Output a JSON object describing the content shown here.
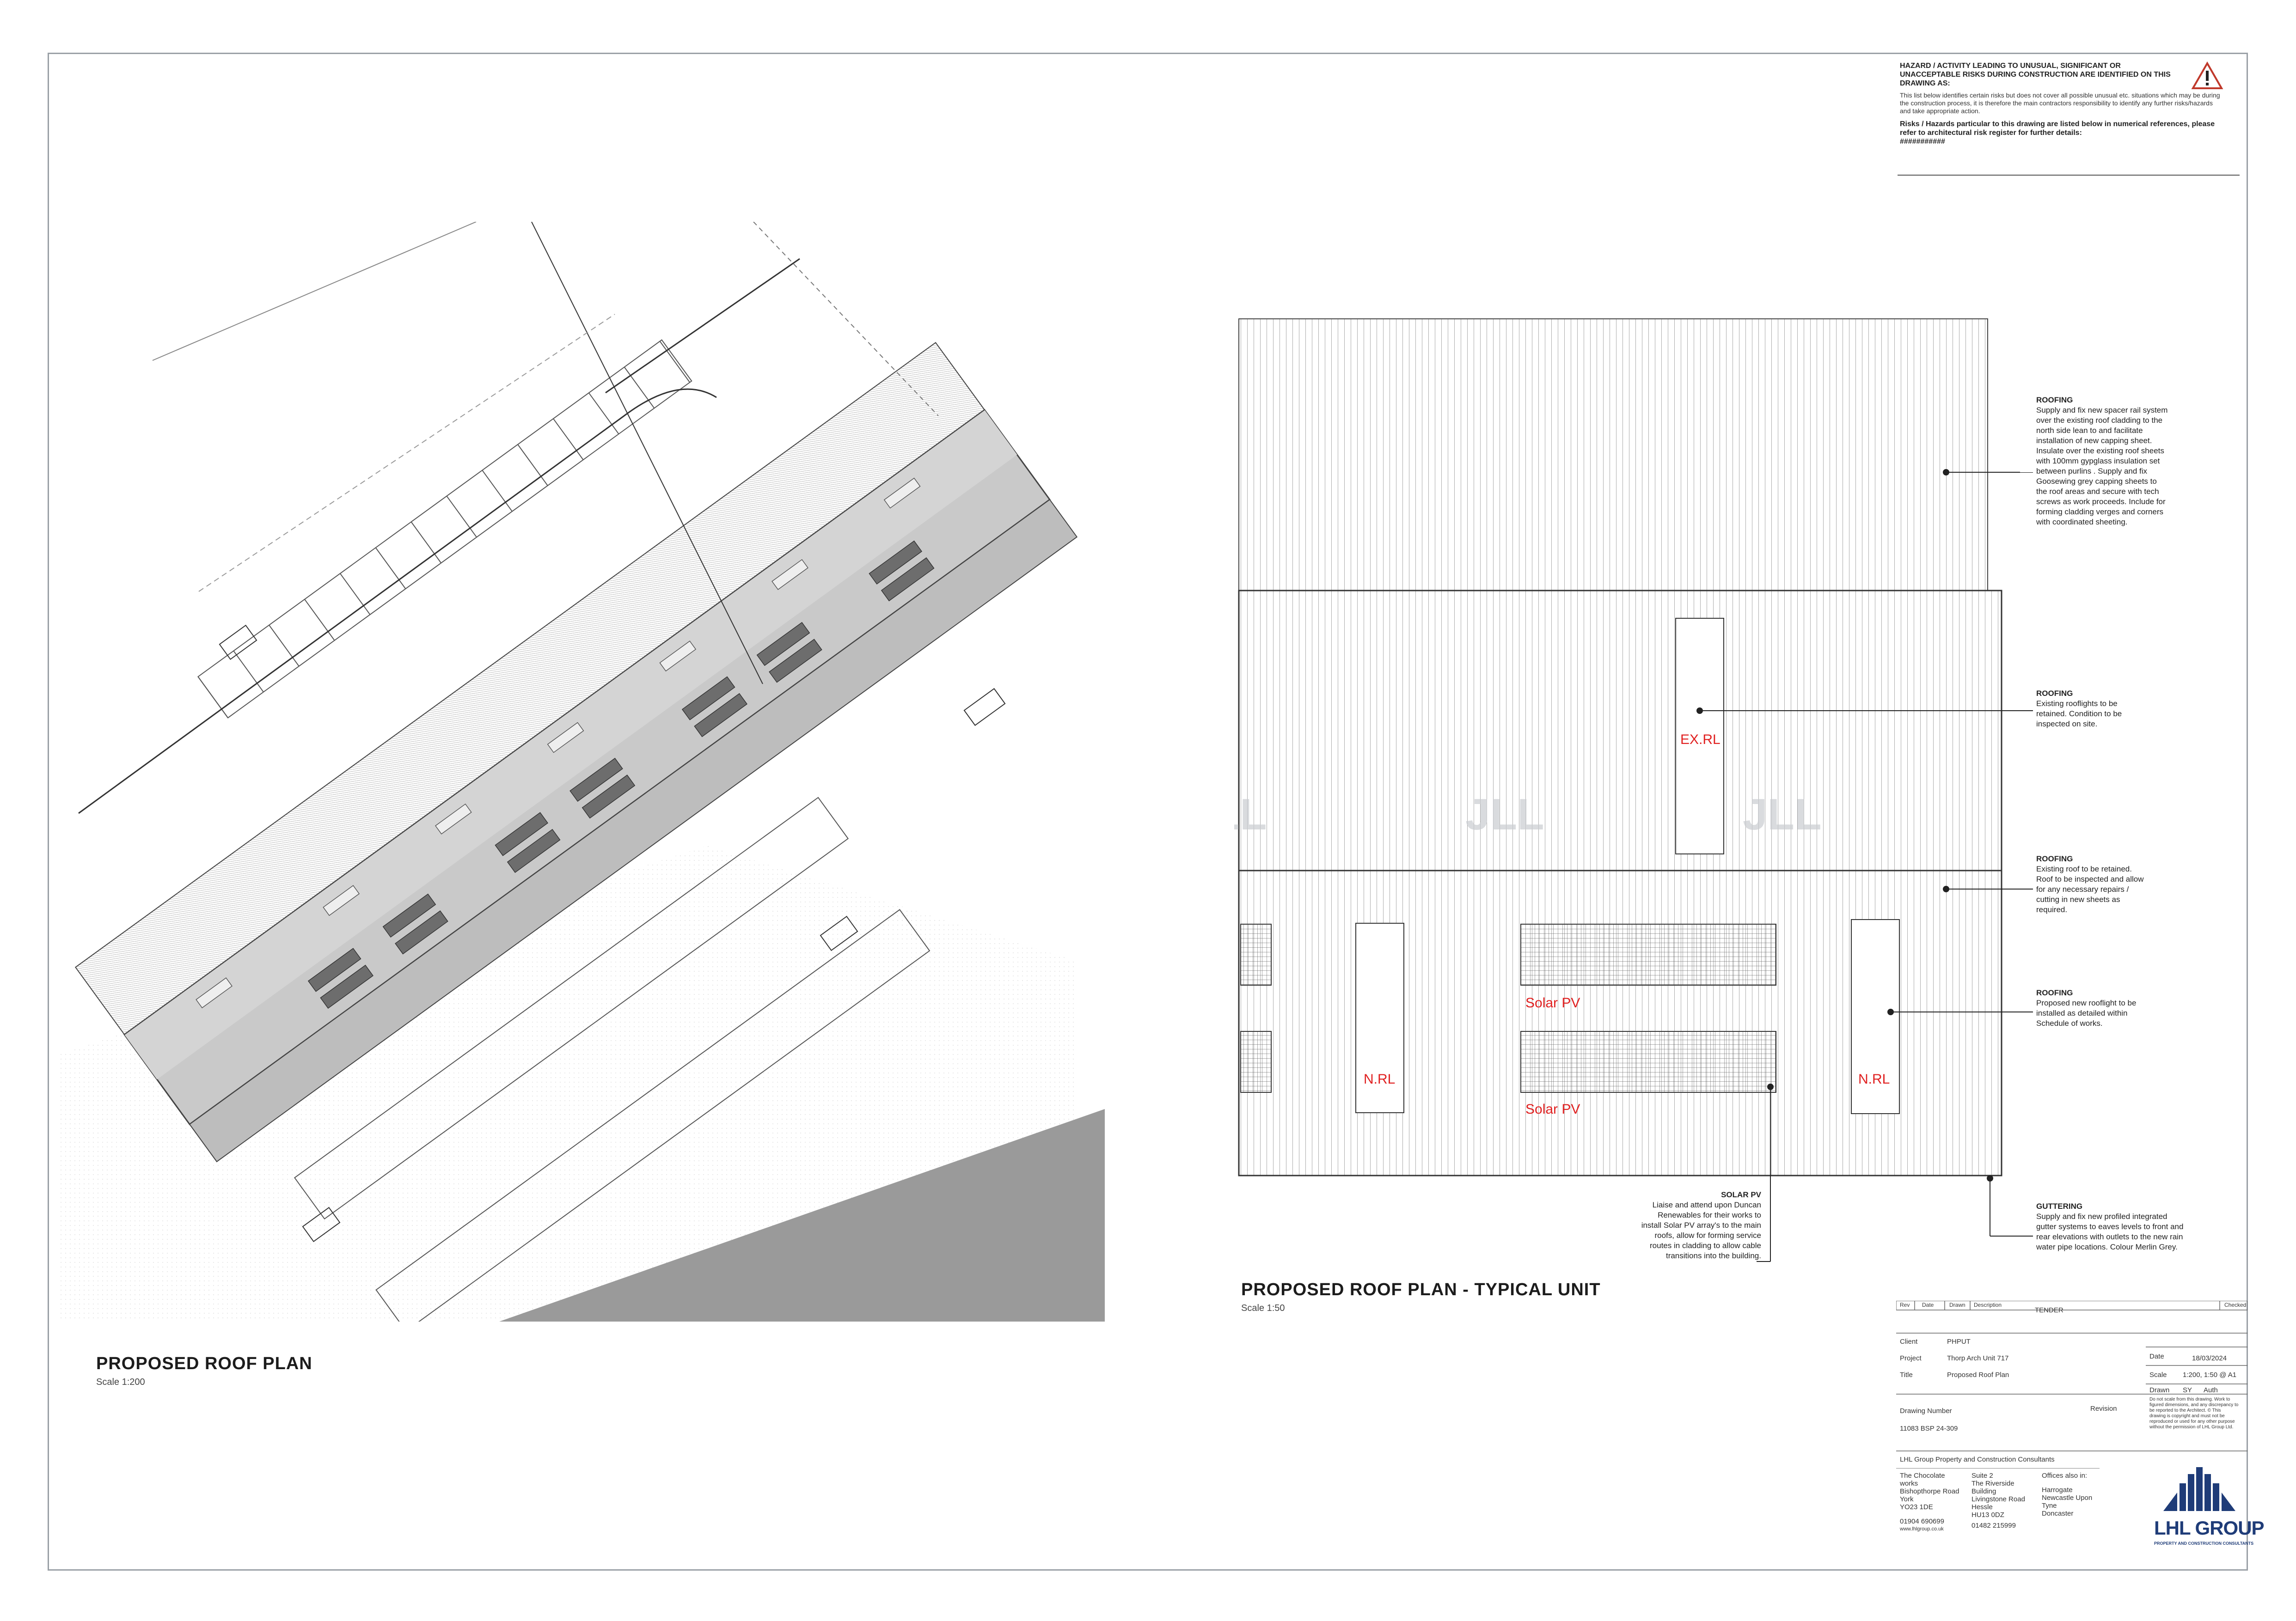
{
  "hazard": {
    "heading": "HAZARD / ACTIVITY LEADING TO UNUSUAL, SIGNIFICANT OR UNACCEPTABLE RISKS DURING CONSTRUCTION ARE IDENTIFIED ON THIS DRAWING AS:",
    "body": "This list below identifies certain risks but does not cover all possible unusual etc. situations which may be during the construction process, it is therefore the main contractors responsibility to identify any further risks/hazards and take appropriate action.",
    "risks": "Risks / Hazards particular to this drawing are listed below in numerical references, please refer to architectural risk register for further details:",
    "risks_ref": "###########",
    "icon": "warning-triangle-icon"
  },
  "left_plan": {
    "title": "PROPOSED ROOF PLAN",
    "scale": "Scale 1:200"
  },
  "right_plan": {
    "title": "PROPOSED ROOF PLAN - TYPICAL UNIT",
    "scale": "Scale 1:50",
    "labels": {
      "exrl": "EX.RL",
      "nrl_left": "N.RL",
      "nrl_right": "N.RL",
      "pv_top": "Solar PV",
      "pv_bottom": "Solar PV"
    }
  },
  "notes": [
    {
      "title": "ROOFING",
      "lines": [
        "Supply and fix new spacer rail system",
        "over the existing roof cladding to the",
        "north side lean to and facilitate",
        "installation of new capping sheet.",
        "Insulate over the existing roof sheets",
        "with 100mm gypglass insulation set",
        "between purlins . Supply and fix",
        "Goosewing grey capping sheets to",
        "the roof areas and secure with tech",
        "screws as work proceeds. Include for",
        "forming cladding verges and corners",
        "with coordinated sheeting."
      ]
    },
    {
      "title": "ROOFING",
      "lines": [
        "Existing rooflights to be",
        "retained. Condition to be",
        "inspected on site."
      ]
    },
    {
      "title": "ROOFING",
      "lines": [
        "Existing roof to be retained.",
        "Roof to be inspected and allow",
        "for any necessary repairs /",
        "cutting in new sheets as",
        "required."
      ]
    },
    {
      "title": "ROOFING",
      "lines": [
        "Proposed new rooflight to be",
        "installed as detailed within",
        "Schedule of works."
      ]
    },
    {
      "title": "GUTTERING",
      "lines": [
        "Supply and fix new profiled integrated",
        "gutter systems to eaves levels to front and",
        "rear elevations with outlets to the new rain",
        "water pipe locations.  Colour Merlin Grey."
      ]
    },
    {
      "title": "SOLAR PV",
      "lines": [
        "Liaise and attend upon Duncan",
        "Renewables for their works to",
        "install Solar PV array's to the main",
        "roofs, allow for forming service",
        "routes in cladding to allow cable",
        "transitions into the building."
      ]
    }
  ],
  "watermark": "JLL",
  "title_block": {
    "rev_headers": [
      "Rev",
      "Date",
      "Drawn",
      "Description",
      "Checked"
    ],
    "status": "TENDER",
    "client_label": "Client",
    "client": "PHPUT",
    "project_label": "Project",
    "project": "Thorp Arch Unit 717",
    "title_label": "Title",
    "title": "Proposed Roof Plan",
    "date_label": "Date",
    "date": "18/03/2024",
    "scale_label": "Scale",
    "scale": "1:200, 1:50 @ A1",
    "drawn_label": "Drawn",
    "drawn": "SY",
    "auth_label": "Auth",
    "disclaimer": [
      "Do not scale from this drawing. Work to",
      "figured dimensions, and any discrepancy to",
      "be reported to the Architect. © This",
      "drawing is copyright and must not be",
      "reproduced or used for any other purpose",
      "without the permission of LHL Group Ltd."
    ],
    "drawing_number_label": "Drawing Number",
    "revision_label": "Revision",
    "drawing_number": "11083 BSP 24-309",
    "company": "LHL Group Property and Construction Consultants",
    "york_address": [
      "The Chocolate",
      "works",
      "Bishopthorpe Road",
      "York",
      "YO23 1DE"
    ],
    "york_phone": "01904 690699",
    "website": "www.lhlgroup.co.uk",
    "hessle_address": [
      "Suite 2",
      "The Riverside",
      "Building",
      "Livingstone Road",
      "Hessle",
      "HU13 0DZ"
    ],
    "hessle_phone": "01482 215999",
    "offices_label": "Offices also in:",
    "offices": [
      "Harrogate",
      "Newcastle Upon",
      "Tyne",
      "Doncaster"
    ],
    "logo_text": "LHL GROUP",
    "logo_sub": "PROPERTY AND CONSTRUCTION CONSULTANTS",
    "logo_color": "#1f3c78"
  }
}
